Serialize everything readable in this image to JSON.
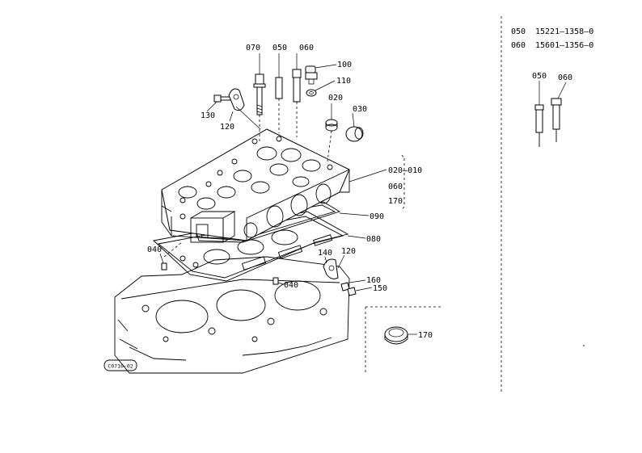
{
  "callouts": {
    "c070": "070",
    "c050": "050",
    "c060": "060",
    "c100": "100",
    "c110": "110",
    "c130": "130",
    "c120_top": "120",
    "c020": "020",
    "c030": "030",
    "c020_010": "020—010",
    "c060_group": "060",
    "c170_group": "170",
    "c090": "090",
    "c080": "080",
    "c040_left": "040",
    "c140": "140",
    "c120_right": "120",
    "c040_mid": "040",
    "c160": "160",
    "c150": "150",
    "c170": "170",
    "c050_detail": "050",
    "c060_detail": "060"
  },
  "parts_list": [
    {
      "code": "050",
      "number": "15221—1358—0"
    },
    {
      "code": "060",
      "number": "15601—1356—0"
    }
  ],
  "figure_code": "C0710-02"
}
